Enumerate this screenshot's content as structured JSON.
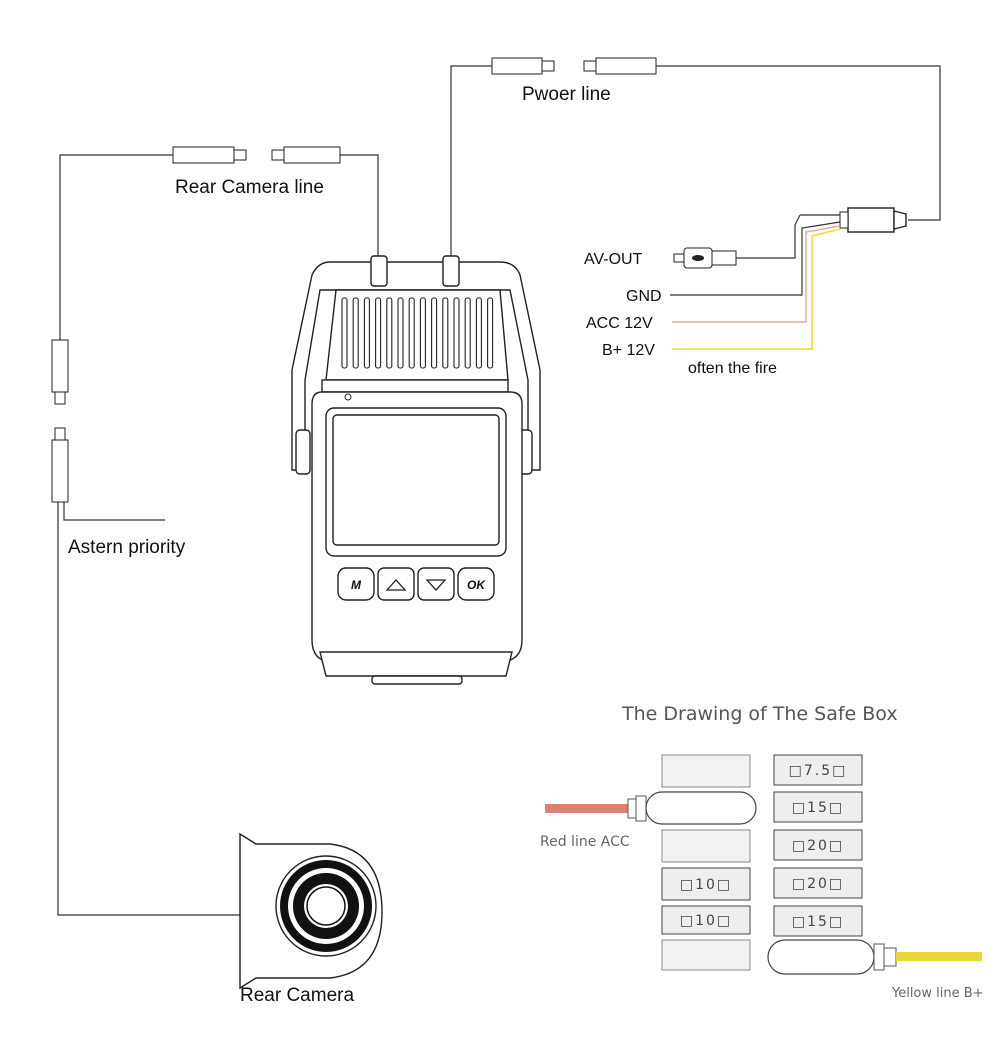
{
  "labels": {
    "power_line": "Pwoer line",
    "rear_camera_line": "Rear Camera line",
    "astern_priority": "Astern priority",
    "rear_camera": "Rear Camera",
    "av_out": "AV-OUT",
    "gnd": "GND",
    "acc": "ACC 12V",
    "b_plus": "B+ 12V",
    "often_fire": "often the fire"
  },
  "buttons": {
    "m": "M",
    "ok": "OK"
  },
  "safe_box": {
    "title": "The Drawing of The Safe Box",
    "red_line": "Red line ACC",
    "yellow_line": "Yellow line B+",
    "left_column": [
      "",
      "",
      "",
      "□10□",
      "□10□",
      ""
    ],
    "right_column": [
      "□7.5□",
      "□15□",
      "□20□",
      "□20□",
      "□15□"
    ]
  },
  "colors": {
    "acc_wire": "#e6a8a0",
    "b_plus_wire": "#f2e24a",
    "red_line": "#d9826f",
    "yellow_line": "#e8d83a"
  }
}
